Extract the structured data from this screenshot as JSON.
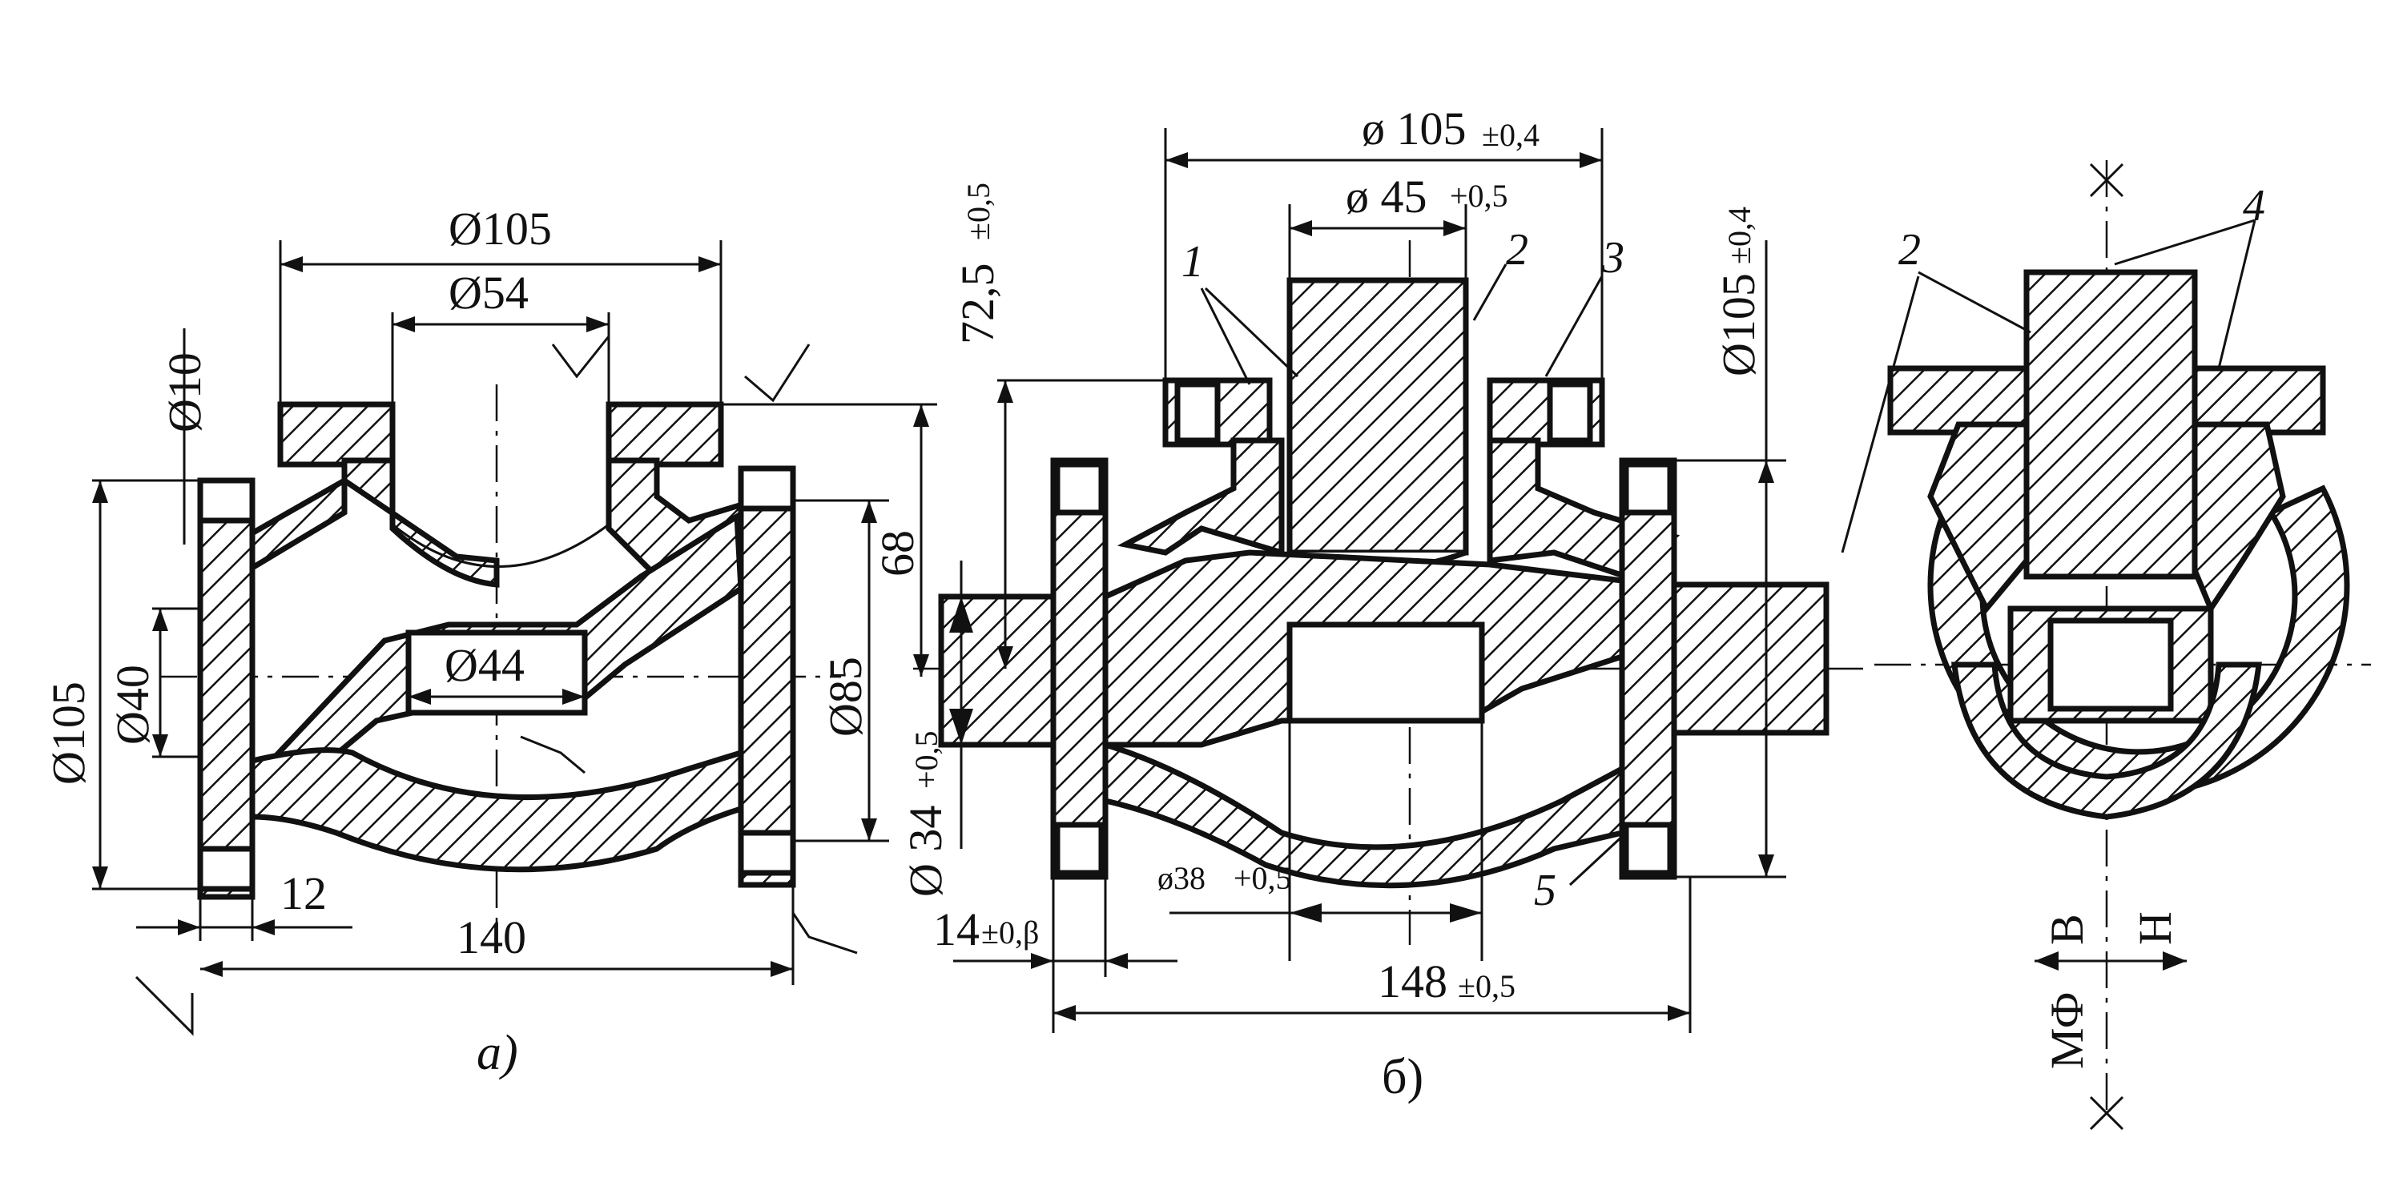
{
  "view_a": {
    "caption": "а)",
    "dims": {
      "d105_top": "Ø105",
      "d54": "Ø54",
      "d10": "Ø10",
      "d105_left": "Ø105",
      "d40": "Ø40",
      "d44": "Ø44",
      "d85": "Ø85",
      "h68": "68",
      "w12": "12",
      "w140": "140"
    }
  },
  "view_b": {
    "caption": "б)",
    "dims": {
      "d105_top": "ø 105",
      "d105_top_tol": "±0,4",
      "d45": "ø 45",
      "d45_tol": "+0,5",
      "h72": "72,5",
      "h72_tol": "±0,5",
      "d105_right": "Ø105",
      "d105_right_tol": "±0,4",
      "d34": "Ø 34",
      "d34_tol": "+0,5",
      "d38": "ø38",
      "d38_tol": "+0,5",
      "w14": "14",
      "w14_tol": "±0,β",
      "w148": "148",
      "w148_tol": "±0,5"
    },
    "callouts": [
      "1",
      "2",
      "3",
      "5"
    ]
  },
  "view_c": {
    "callouts": [
      "2",
      "4"
    ],
    "labels": {
      "upper": "В",
      "lower": "Н",
      "mf": "МФ"
    }
  }
}
